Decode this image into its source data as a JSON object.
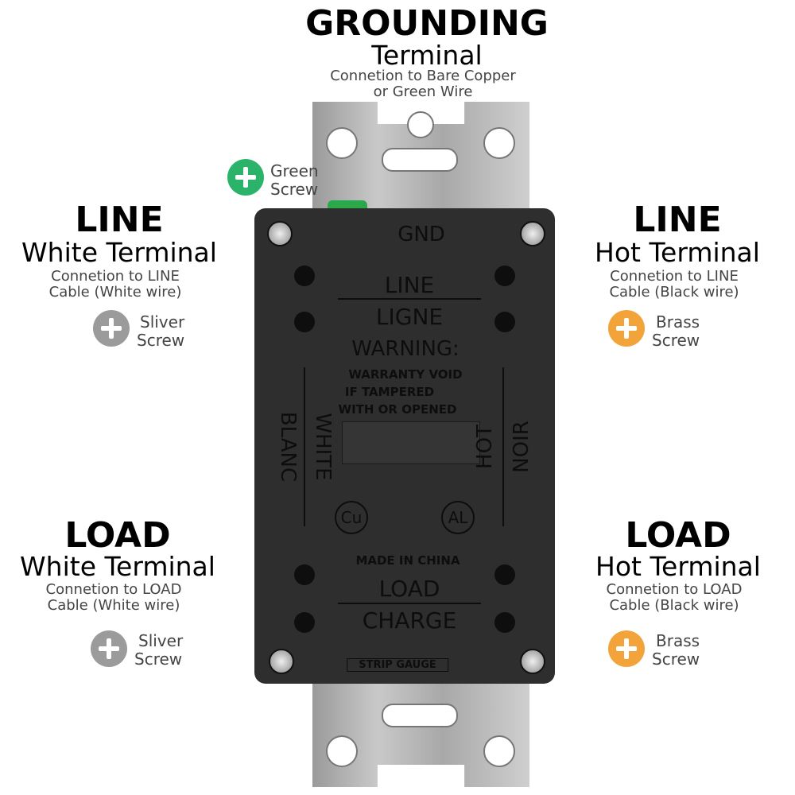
{
  "grounding": {
    "title": "GROUNDING",
    "subtitle": "Terminal",
    "desc_line1": "Connetion to Bare Copper",
    "desc_line2": "or Green Wire",
    "screw_label_line1": "Green",
    "screw_label_line2": "Screw",
    "screw_color": "#2bb36a"
  },
  "line_white": {
    "title": "LINE",
    "subtitle": "White Terminal",
    "desc_line1": "Connetion to LINE",
    "desc_line2": "Cable (White wire)",
    "screw_label_line1": "Sliver",
    "screw_label_line2": "Screw",
    "screw_color": "#9b9b9b"
  },
  "line_hot": {
    "title": "LINE",
    "subtitle": "Hot Terminal",
    "desc_line1": "Connetion to LINE",
    "desc_line2": "Cable (Black wire)",
    "screw_label_line1": "Brass",
    "screw_label_line2": "Screw",
    "screw_color": "#f2a33a"
  },
  "load_white": {
    "title": "LOAD",
    "subtitle": "White Terminal",
    "desc_line1": "Connetion to LOAD",
    "desc_line2": "Cable (White wire)",
    "screw_label_line1": "Sliver",
    "screw_label_line2": "Screw",
    "screw_color": "#9b9b9b"
  },
  "load_hot": {
    "title": "LOAD",
    "subtitle": "Hot Terminal",
    "desc_line1": "Connetion to LOAD",
    "desc_line2": "Cable (Black wire)",
    "screw_label_line1": "Brass",
    "screw_label_line2": "Screw",
    "screw_color": "#f2a33a"
  },
  "device": {
    "gnd": "GND",
    "line": "LINE",
    "ligne": "LIGNE",
    "warning": "WARNING:",
    "warranty1": "WARRANTY VOID",
    "warranty2": "IF  TAMPERED",
    "warranty3": "WITH OR OPENED",
    "white": "WHITE",
    "blanc": "BLANC",
    "hot": "HOT",
    "noir": "NOIR",
    "cu": "Cu",
    "al": "AL",
    "made_in": "MADE IN CHINA",
    "load": "LOAD",
    "charge": "CHARGE",
    "strip_gauge": "STRIP GAUGE"
  }
}
